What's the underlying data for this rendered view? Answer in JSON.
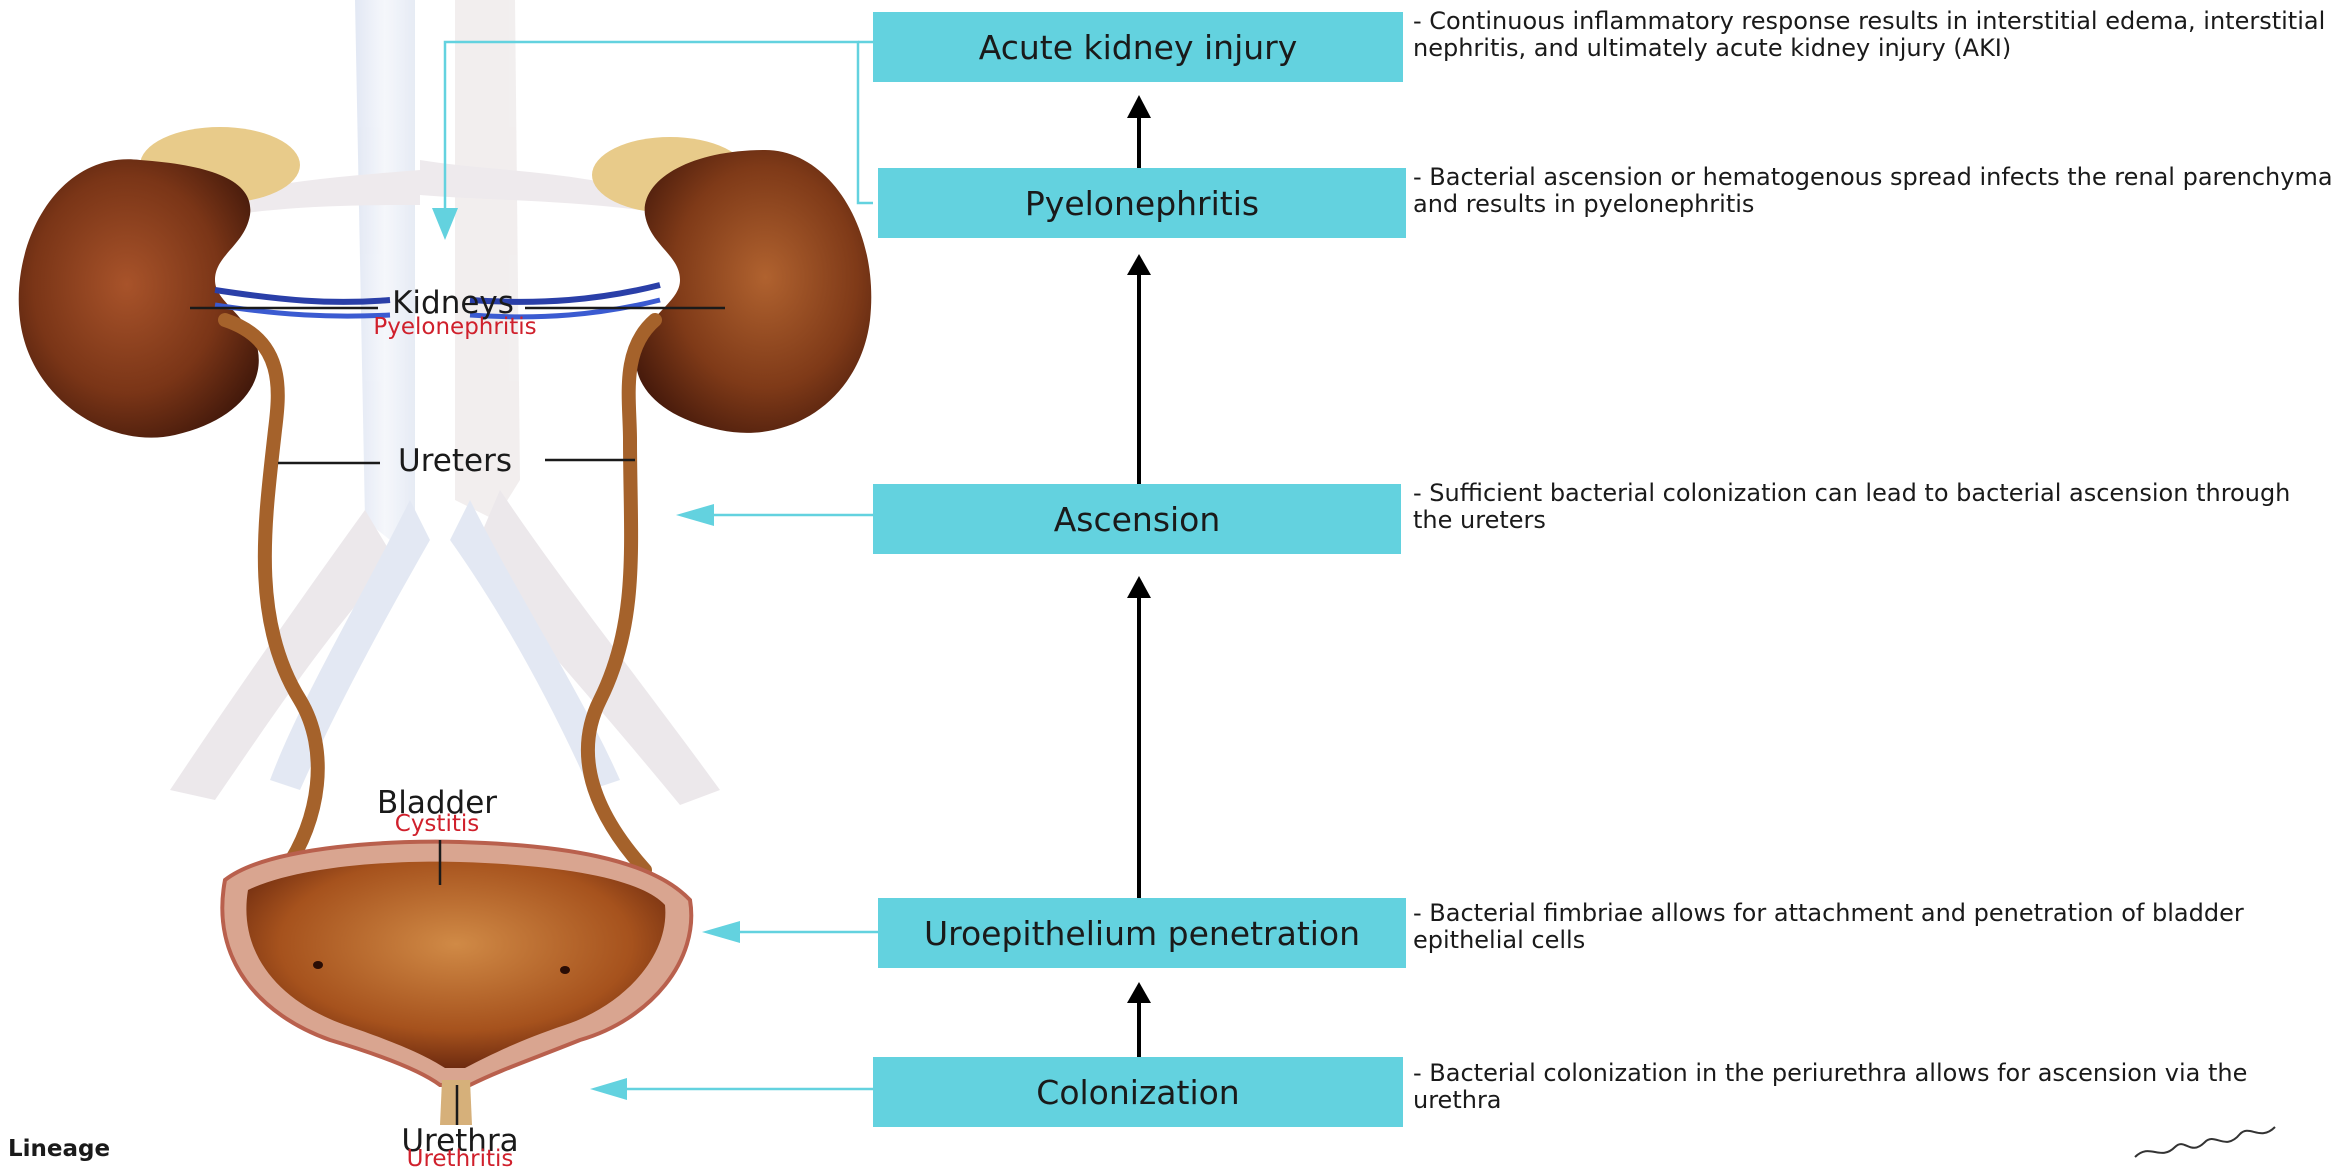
{
  "anatomy": {
    "kidneys": {
      "label": "Kidneys",
      "condition": "Pyelonephritis"
    },
    "ureters": {
      "label": "Ureters"
    },
    "bladder": {
      "label": "Bladder",
      "condition": "Cystitis"
    },
    "urethra": {
      "label": "Urethra",
      "condition": "Urethritis"
    }
  },
  "steps": [
    {
      "title": "Acute kidney injury",
      "description": "- Continuous inflammatory response results in interstitial edema, interstitial nephritis, and ultimately acute kidney injury (AKI)"
    },
    {
      "title": "Pyelonephritis",
      "description": "- Bacterial ascension or hematogenous spread infects the renal parenchyma and results in pyelonephritis"
    },
    {
      "title": "Ascension",
      "description": "- Sufficient bacterial colonization can lead to bacterial ascension through the ureters"
    },
    {
      "title": "Uroepithelium penetration",
      "description": "- Bacterial fimbriae allows for attachment and penetration of bladder epithelial cells"
    },
    {
      "title": "Colonization",
      "description": "- Bacterial colonization in the periurethra allows for ascension via the urethra"
    }
  ],
  "footer": {
    "brand": "Lineage"
  },
  "colors": {
    "box": "#63d2df",
    "pointer": "#63d2df",
    "condition_text": "#d0202c",
    "arrow": "#000000"
  }
}
